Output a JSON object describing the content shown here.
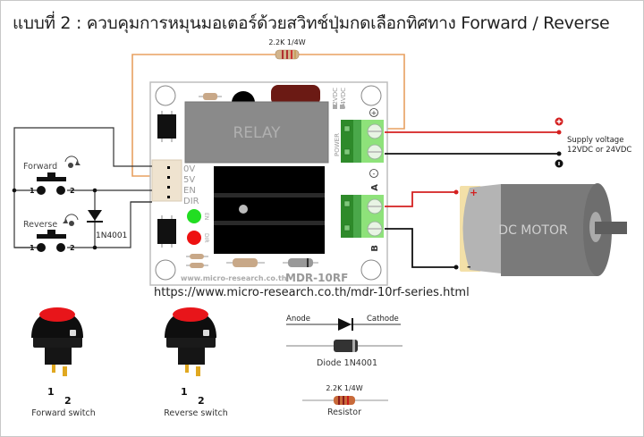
{
  "title": "แบบที่ 2 : ควบคุมการหมุนมอเตอร์ด้วยสวิทช์ปุ่มกดเลือกทิศทาง Forward / Reverse",
  "top_resistor": {
    "label": "2.2K 1/4W"
  },
  "board": {
    "relay_label": "RELAY",
    "model": "MDR-10RF",
    "website": "www.micro-research.co.th",
    "voltage_jumpers": [
      "12VDC",
      "24VDC"
    ],
    "power_label": "POWER",
    "plus_symbol": "+",
    "minus_symbol": "-",
    "output_a": "A",
    "output_b": "B",
    "led_en": "EN",
    "led_dir": "DIR",
    "connector_pins": [
      "0V",
      "5V",
      "EN",
      "DIR"
    ]
  },
  "switches": {
    "forward_label": "Forward",
    "reverse_label": "Reverse",
    "pin1": "1",
    "pin2": "2",
    "diode_label": "1N4001"
  },
  "supply": {
    "line1": "Supply voltage",
    "line2": "12VDC or 24VDC"
  },
  "motor": {
    "label": "DC MOTOR",
    "plus": "+",
    "minus": "-"
  },
  "url": "https://www.micro-research.co.th/mdr-10rf-series.html",
  "parts": {
    "forward_switch": "Forward switch",
    "reverse_switch": "Reverse switch",
    "switch_pin1": "1",
    "switch_pin2": "2",
    "anode": "Anode",
    "cathode": "Cathode",
    "diode": "Diode 1N4001",
    "resistor_value": "2.2K 1/4W",
    "resistor": "Resistor"
  },
  "colors": {
    "wire_orange": "#e8a060",
    "wire_red": "#d42020",
    "wire_black": "#111111",
    "terminal_green": "#8ee27a",
    "terminal_dark_green": "#2e8a2a",
    "led_green": "#22dd22",
    "led_red": "#ee1111",
    "relay_gray": "#8a8a8a",
    "motor_gray": "#7a7a7a"
  }
}
